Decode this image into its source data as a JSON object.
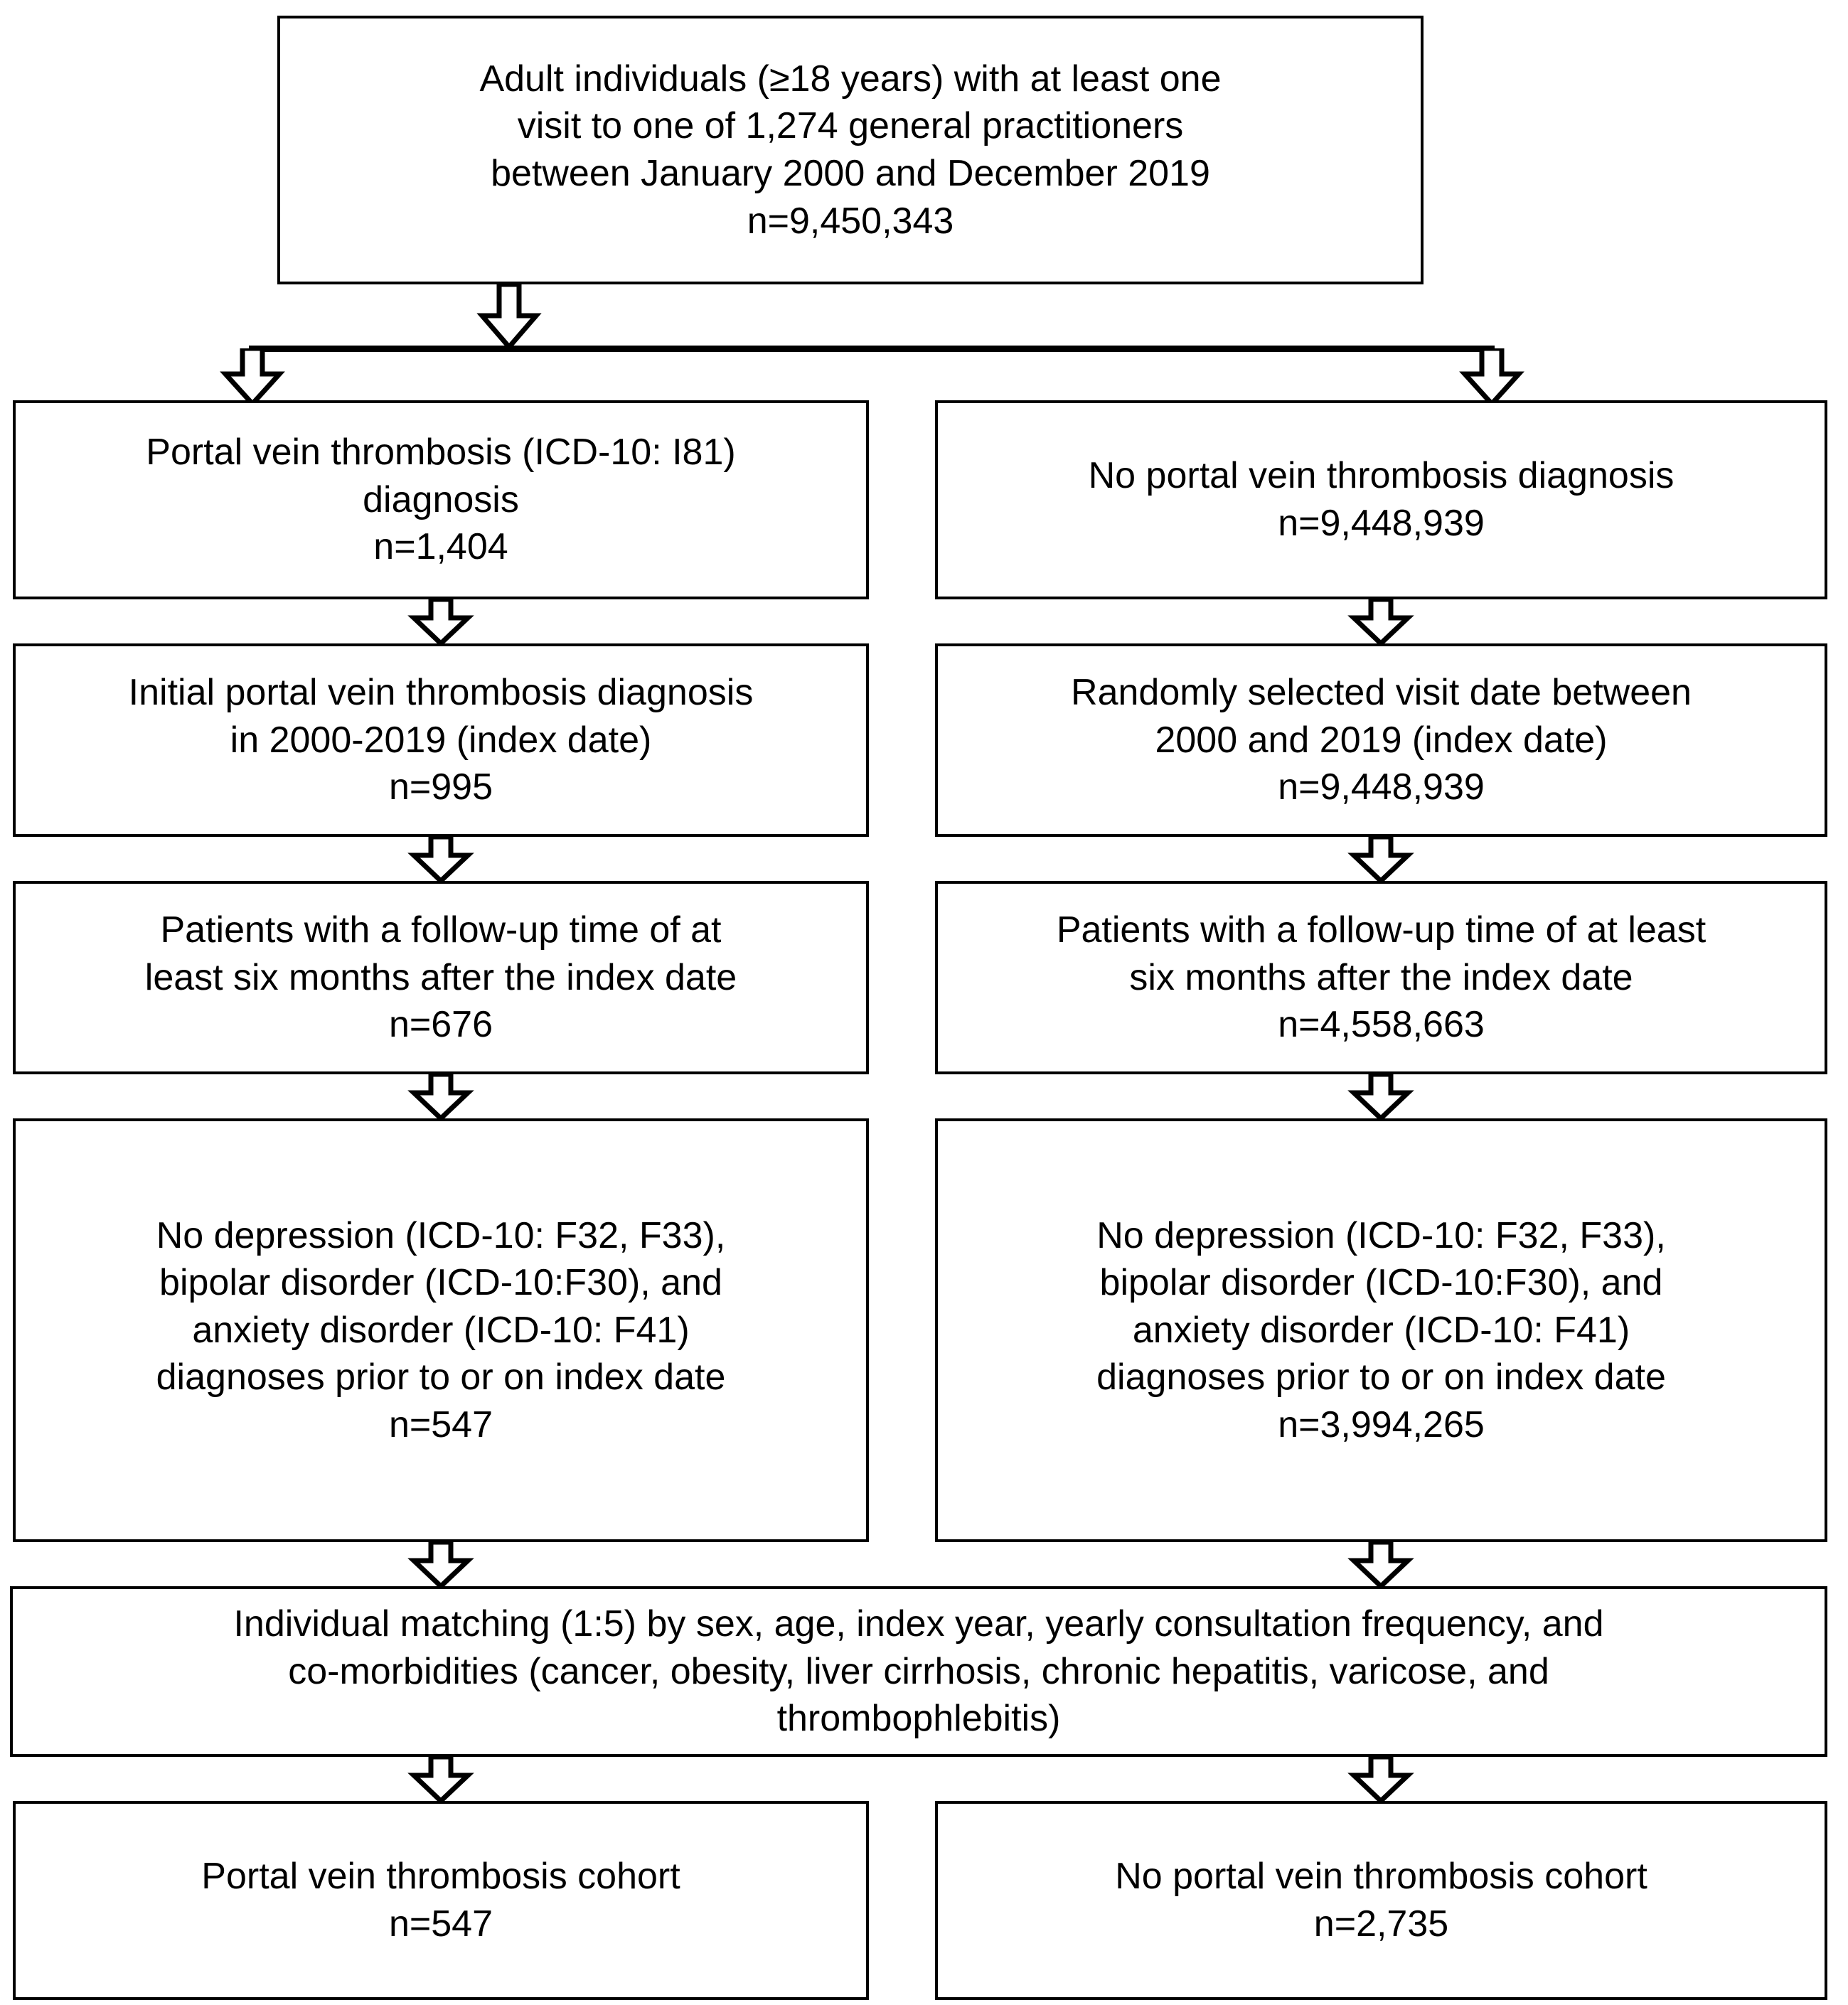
{
  "figure": {
    "type": "flowchart",
    "title": "Patient selection flowchart for portal vein thrombosis cohort study",
    "orientation": "top-down",
    "accent_color": "#000000",
    "background_color": "#ffffff"
  },
  "nodes": {
    "source": {
      "label": "Adult individuals (≥18 years) with at least one\nvisit to one of 1,274 general practitioners\nbetween January 2000 and December 2019\nn=9,450,343",
      "n": "9,450,343"
    },
    "left": [
      {
        "label": "Portal vein thrombosis (ICD-10: I81)\ndiagnosis\nn=1,404",
        "n": "1,404"
      },
      {
        "label": "Initial portal vein thrombosis diagnosis\nin 2000-2019 (index date)\nn=995",
        "n": "995"
      },
      {
        "label": "Patients with a follow-up time of at\nleast six months after the index date\nn=676",
        "n": "676"
      },
      {
        "label": "No depression (ICD-10: F32, F33),\nbipolar disorder (ICD-10:F30), and\nanxiety disorder (ICD-10: F41)\ndiagnoses prior to or on index date\nn=547",
        "n": "547"
      }
    ],
    "right": [
      {
        "label": "No portal vein thrombosis diagnosis\nn=9,448,939",
        "n": "9,448,939"
      },
      {
        "label": "Randomly selected visit date between\n2000 and 2019 (index date)\nn=9,448,939",
        "n": "9,448,939"
      },
      {
        "label": "Patients with a follow-up time of at least\nsix months after the index date\nn=4,558,663",
        "n": "4,558,663"
      },
      {
        "label": "No depression (ICD-10: F32, F33),\nbipolar disorder (ICD-10:F30), and\nanxiety disorder (ICD-10: F41)\ndiagnoses prior to or on index date\nn=3,994,265",
        "n": "3,994,265"
      }
    ],
    "matching": {
      "label": "Individual matching (1:5) by sex, age, index year, yearly consultation frequency, and\nco-morbidities (cancer, obesity, liver cirrhosis, chronic hepatitis, varicose, and\nthrombophlebitis)"
    },
    "final_left": {
      "label": "Portal vein thrombosis cohort\nn=547",
      "n": "547"
    },
    "final_right": {
      "label": "No portal vein thrombosis cohort\nn=2,735",
      "n": "2,735"
    }
  }
}
